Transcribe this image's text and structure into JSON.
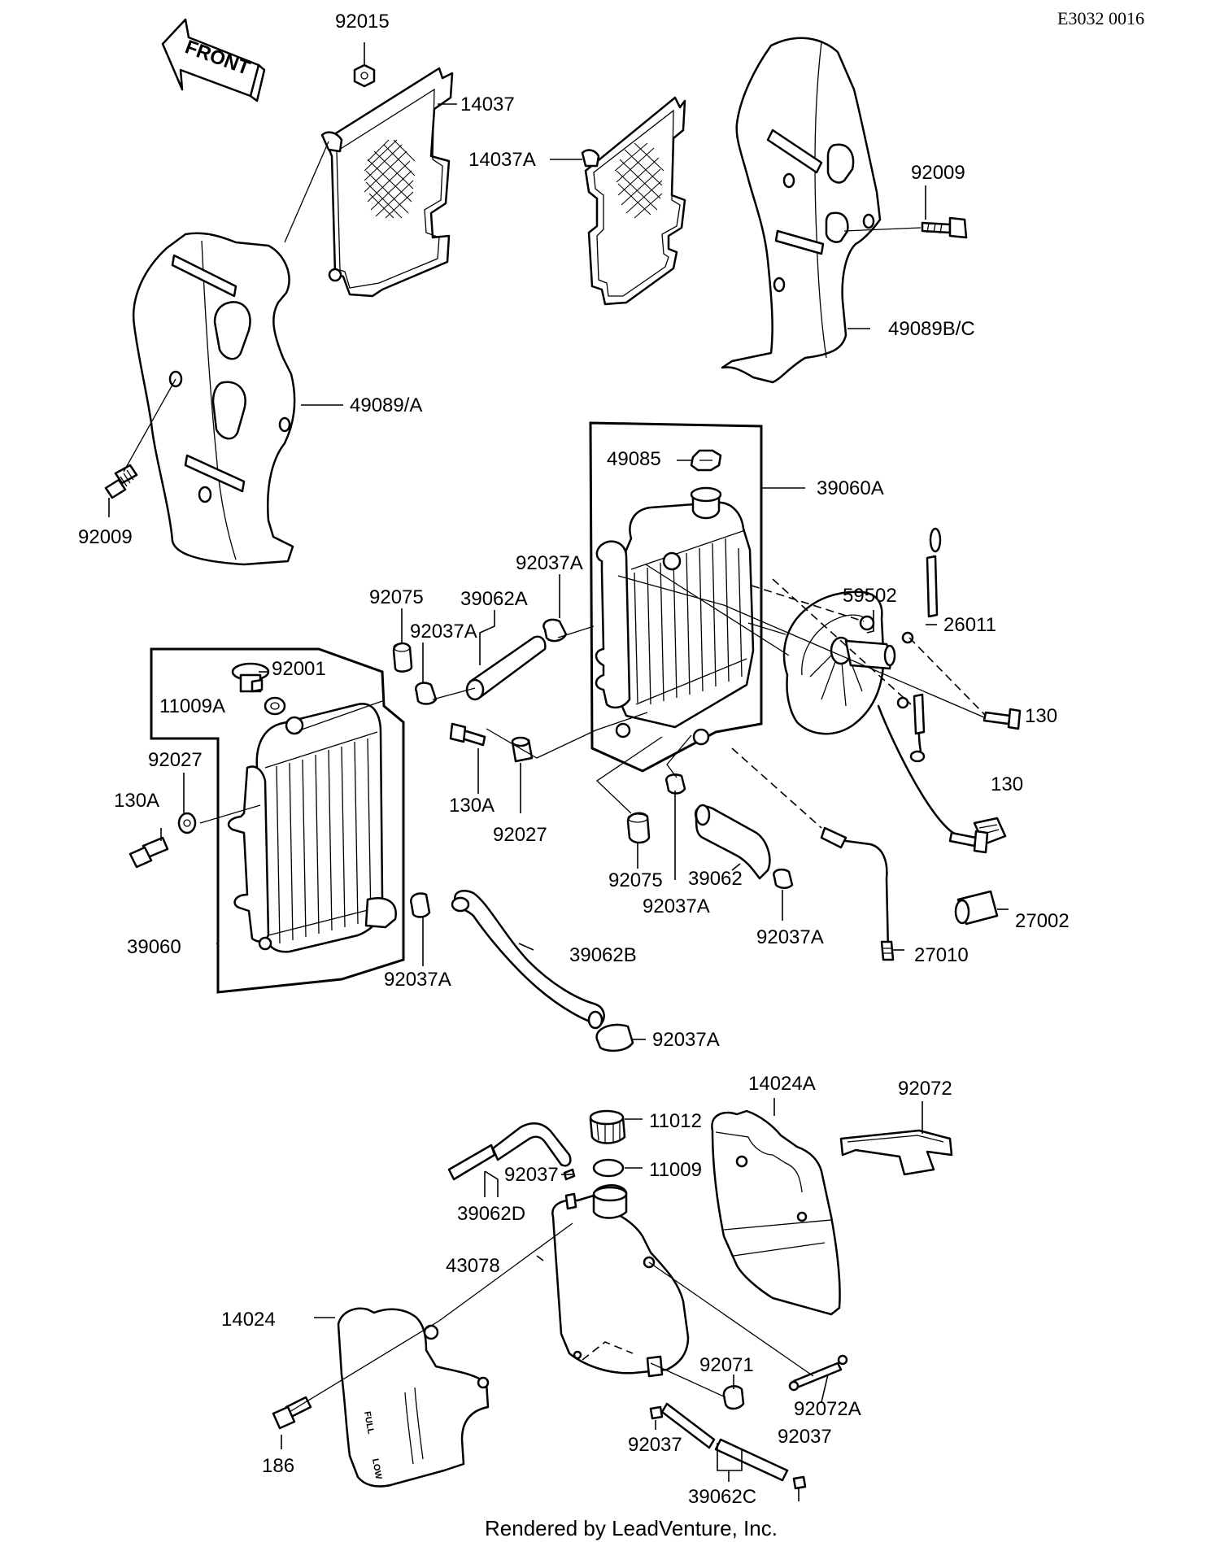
{
  "diagram_code": "E3032 0016",
  "front_arrow": {
    "text": "FRONT"
  },
  "gauge_marks": {
    "full": "FULL",
    "low": "LOW"
  },
  "footer": "Rendered by LeadVenture, Inc.",
  "labels": {
    "p92015": "92015",
    "p14037": "14037",
    "p14037A": "14037A",
    "p92009_right": "92009",
    "p49089BC": "49089B/C",
    "p49089A": "49089/A",
    "p92009_left": "92009",
    "p49085": "49085",
    "p39060A": "39060A",
    "p92037A_top": "92037A",
    "p92075_left": "92075",
    "p39062A": "39062A",
    "p92037A_hose": "92037A",
    "p59502": "59502",
    "p26011": "26011",
    "p92001": "92001",
    "p11009A": "11009A",
    "p130_upper": "130",
    "p92027_left": "92027",
    "p130A_left": "130A",
    "p130A_center": "130A",
    "p130_lower": "130",
    "p92027_center": "92027",
    "p92075_center": "92075",
    "p39062": "39062",
    "p92037A_low1": "92037A",
    "p92037A_low2": "92037A",
    "p27002": "27002",
    "p39060": "39060",
    "p39062B": "39062B",
    "p27010": "27010",
    "p92037A_bottom_left": "92037A",
    "p92037A_bottom": "92037A",
    "p14024A": "14024A",
    "p92072": "92072",
    "p11012": "11012",
    "p92037_top": "92037",
    "p11009": "11009",
    "p39062D": "39062D",
    "p43078": "43078",
    "p14024": "14024",
    "p92071": "92071",
    "p92072A": "92072A",
    "p186": "186",
    "p92037_left": "92037",
    "p92037_right": "92037",
    "p39062C": "39062C"
  }
}
